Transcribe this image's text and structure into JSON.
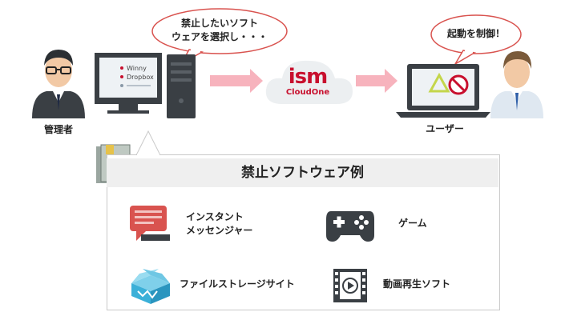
{
  "admin": {
    "label": "管理者",
    "speech": "禁止したいソフト\nウェアを選択し・・・",
    "screen_items": [
      "Winny",
      "Dropbox"
    ]
  },
  "center": {
    "logo_main": "ism",
    "logo_sub": "CloudOne"
  },
  "user": {
    "label": "ユーザー",
    "speech": "起動を制御！"
  },
  "panel": {
    "title": "禁止ソフトウェア例",
    "items": [
      {
        "label": "インスタント\nメッセンジャー",
        "icon": "chat-icon"
      },
      {
        "label": "ゲーム",
        "icon": "gamepad-icon"
      },
      {
        "label": "ファイルストレージサイト",
        "icon": "cloud-box-icon"
      },
      {
        "label": "動画再生ソフト",
        "icon": "video-film-icon"
      }
    ]
  },
  "colors": {
    "speech_border": "#d9534f",
    "arrow": "#f7b3bd",
    "brand_red": "#c8102e",
    "panel_bg": "#efefef",
    "chat": "#d9534f",
    "box": "#3bb0d8",
    "dark": "#3a3f44"
  }
}
